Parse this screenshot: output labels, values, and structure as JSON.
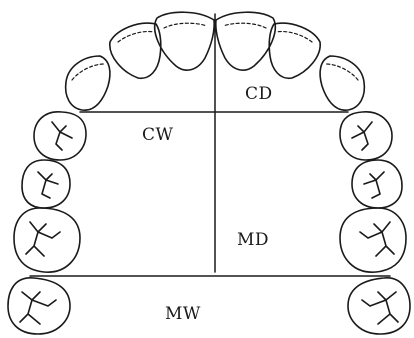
{
  "diagram": {
    "labels": {
      "cd": "CD",
      "cw": "CW",
      "md": "MD",
      "mw": "MW"
    },
    "colors": {
      "stroke": "#1a1a1a",
      "background": "#ffffff"
    }
  }
}
